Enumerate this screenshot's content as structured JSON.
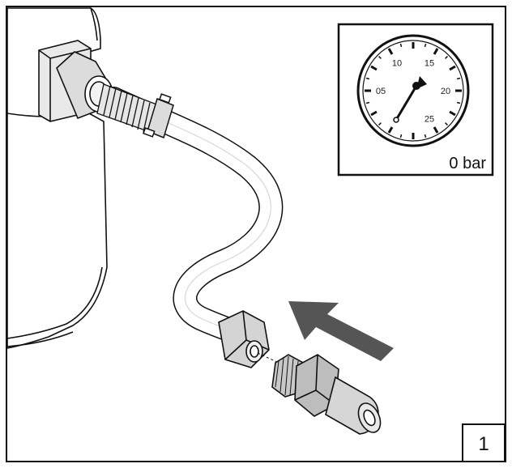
{
  "gauge": {
    "scale_labels": [
      "05",
      "10",
      "15",
      "20",
      "25"
    ],
    "reading_text": "0 bar",
    "needle_value": 0
  },
  "step": {
    "number": "1"
  },
  "colors": {
    "line": "#111111",
    "arrow": "#555555",
    "fitting": "#cfcfcf",
    "fitting_dark": "#8f8f8f"
  }
}
